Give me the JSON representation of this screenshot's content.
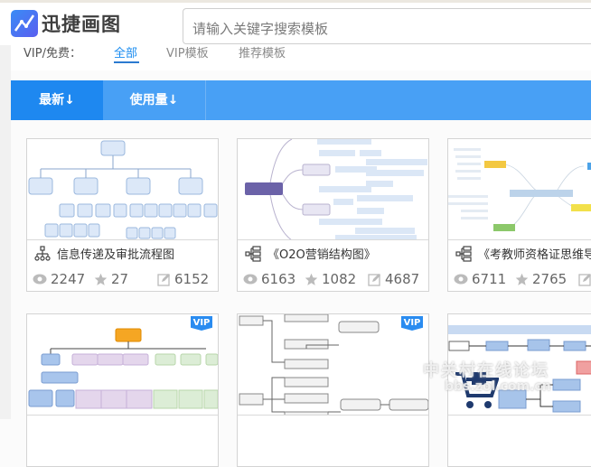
{
  "app": {
    "name": "迅捷画图"
  },
  "search": {
    "placeholder": "请输入关键字搜索模板"
  },
  "filter": {
    "label": "VIP/免费：",
    "options": [
      {
        "label": "全部",
        "active": true
      },
      {
        "label": "VIP模板",
        "active": false
      },
      {
        "label": "推荐模板",
        "active": false
      }
    ]
  },
  "sort": {
    "buttons": [
      {
        "label": "最新↓",
        "active": true
      },
      {
        "label": "使用量↓",
        "active": false
      }
    ]
  },
  "colors": {
    "accent": "#1e88f0",
    "sortbar": "#48a0f5",
    "vip_badge": "#2a8cf0"
  },
  "cards": [
    {
      "title": "信息传递及审批流程图",
      "icon": "org-chart-icon",
      "views": "2247",
      "stars": "27",
      "edits": "6152",
      "vip": false
    },
    {
      "title": "《O2O营销结构图》",
      "icon": "structure-icon",
      "views": "6163",
      "stars": "1082",
      "edits": "4687",
      "vip": false
    },
    {
      "title": "《考教师资格证思维导图",
      "icon": "structure-icon",
      "views": "6711",
      "stars": "2765",
      "edits": "",
      "vip": false
    },
    {
      "title": "",
      "icon": "",
      "views": "",
      "stars": "",
      "edits": "",
      "vip": true,
      "vip_label": "VIP"
    },
    {
      "title": "",
      "icon": "",
      "views": "",
      "stars": "",
      "edits": "",
      "vip": true,
      "vip_label": "VIP"
    },
    {
      "title": "",
      "icon": "",
      "views": "",
      "stars": "",
      "edits": "",
      "vip": false
    }
  ],
  "watermark": {
    "line1": "中关村在线论坛",
    "line2": "bbs.zol.com.cn"
  }
}
